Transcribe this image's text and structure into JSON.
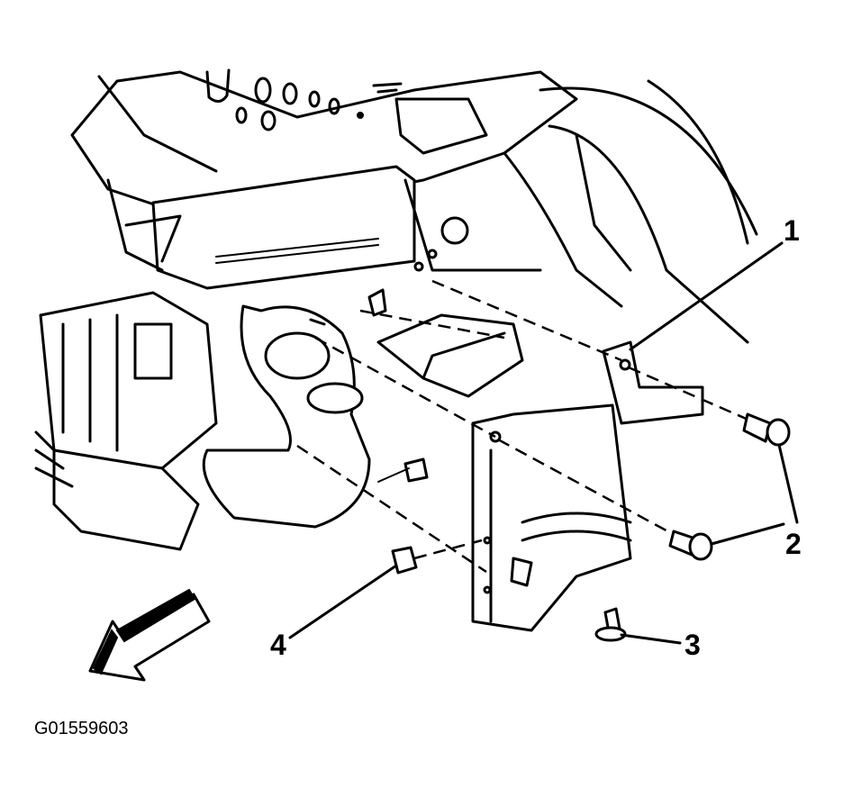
{
  "figure": {
    "id_text": "G01559603",
    "callouts": [
      {
        "num": "1",
        "icon": "bracket"
      },
      {
        "num": "2",
        "icon": "bolt"
      },
      {
        "num": "3",
        "icon": "push-pin-retainer"
      },
      {
        "num": "4",
        "icon": "nut-clip"
      }
    ],
    "direction_arrow": "front-arrow-icon"
  }
}
